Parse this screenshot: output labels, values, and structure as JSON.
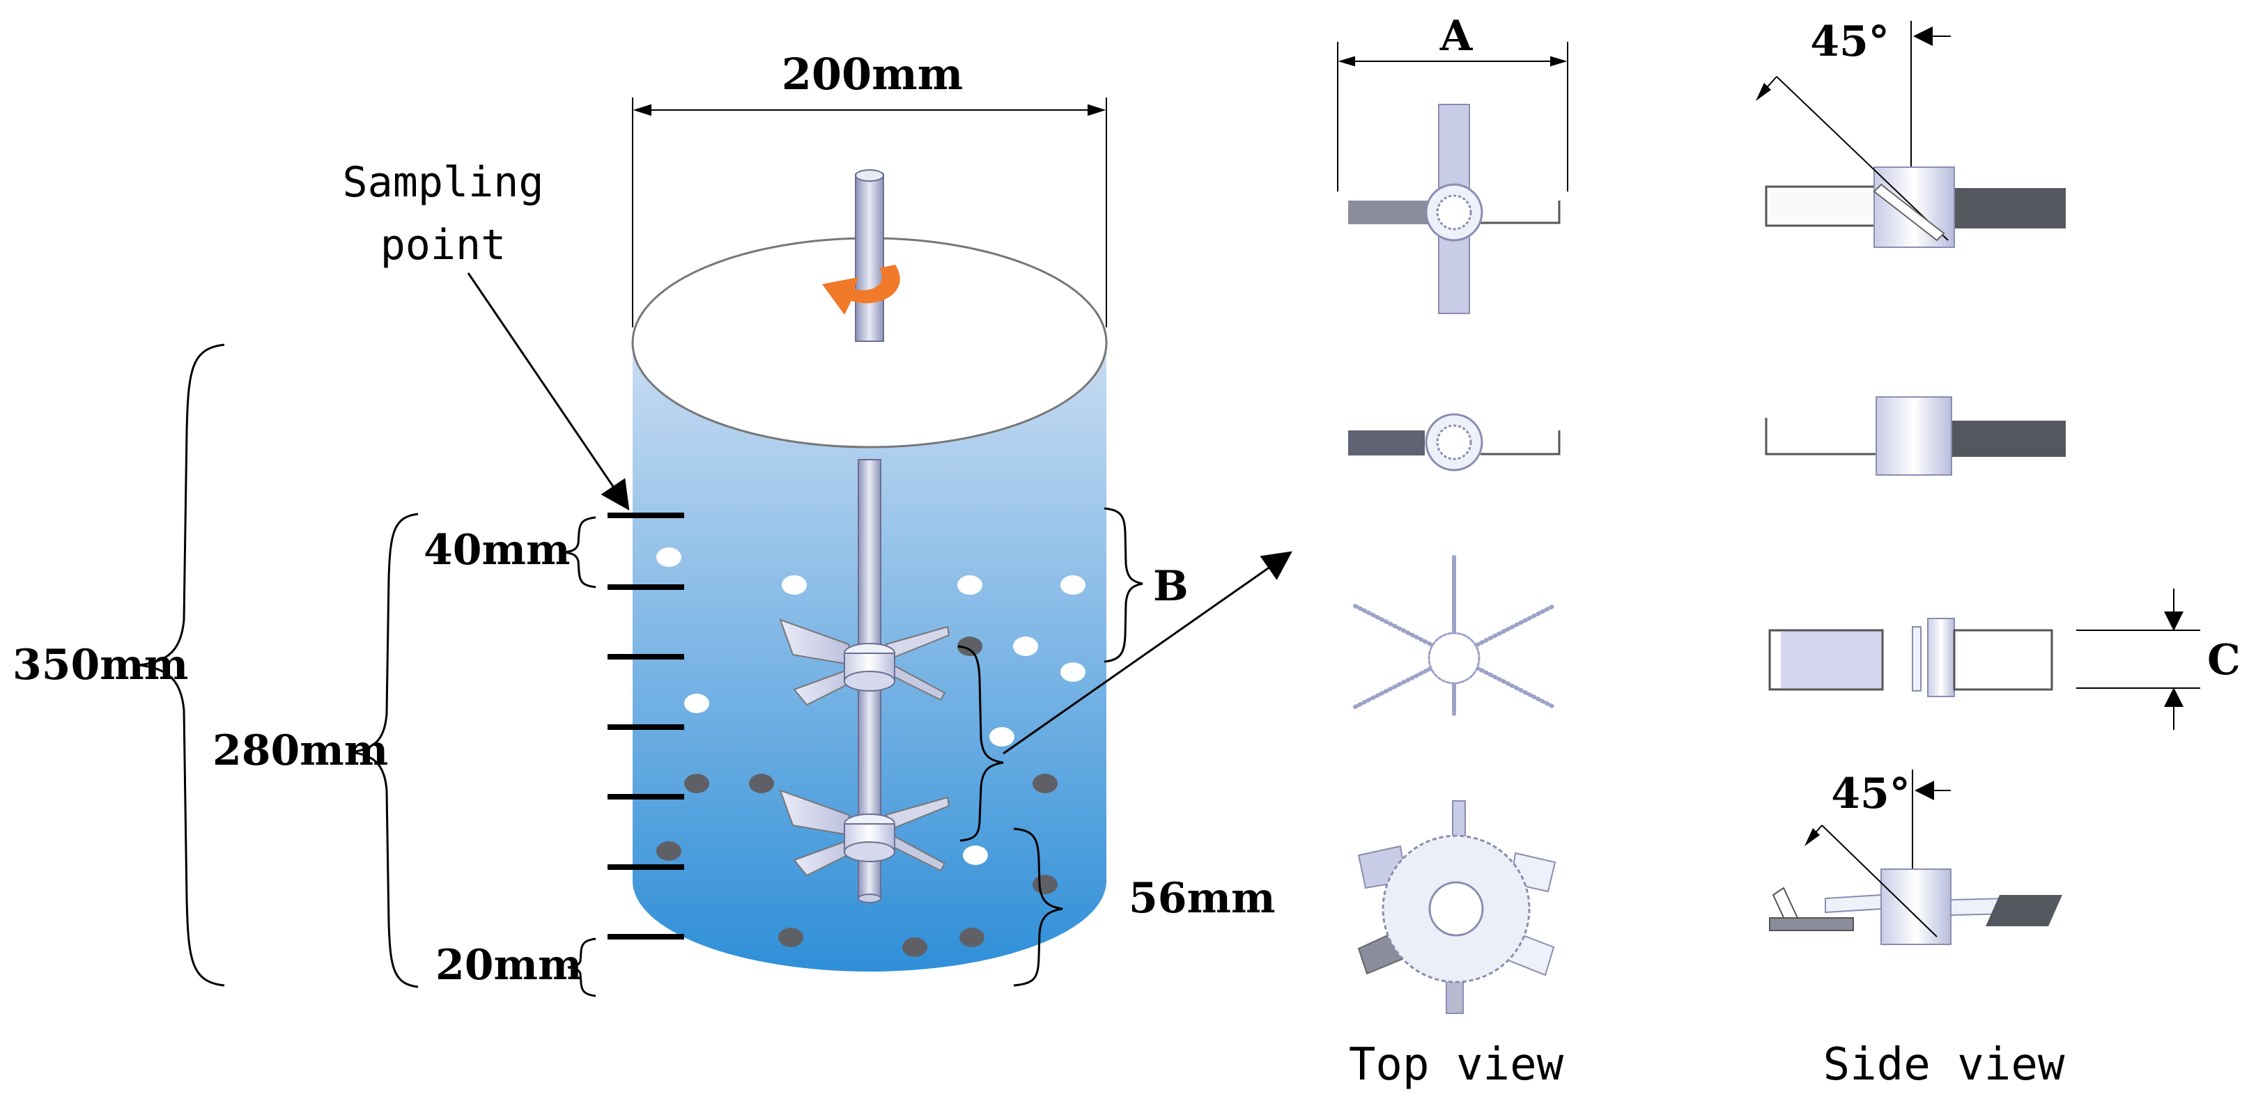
{
  "tank": {
    "diameter_label": "200mm",
    "sampling_label_line1": "Sampling",
    "sampling_label_line2": "point",
    "height_total_label": "350mm",
    "height_liquid_label": "280mm",
    "spacing_label": "40mm",
    "bottom_label": "20mm",
    "impeller_spacing_label": "56mm",
    "b_label": "B",
    "liquid_color_top": "#c9dcf2",
    "liquid_color_bottom": "#2f8fd8",
    "rotation_arrow_color": "#f07a2a"
  },
  "views": {
    "a_label": "A",
    "c_label": "C",
    "angle_label_1": "45°",
    "angle_label_2": "45°",
    "top_view_caption": "Top view",
    "side_view_caption": "Side view"
  }
}
